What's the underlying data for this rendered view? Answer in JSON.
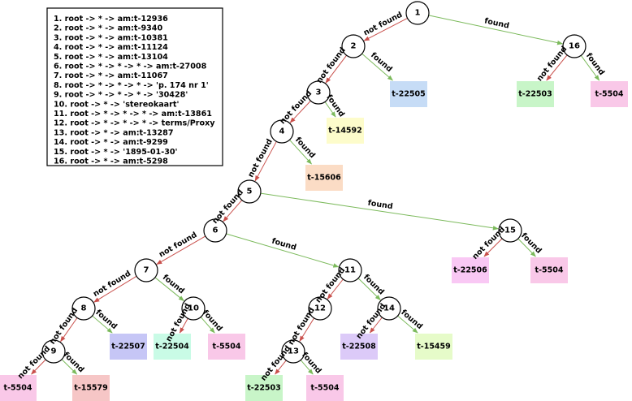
{
  "legend": [
    "1. root -> * -> am:t-12936",
    "2. root -> * -> am:t-9340",
    "3. root -> * -> am:t-10381",
    "4. root -> * -> am:t-11124",
    "5. root -> * -> am:t-13104",
    "6. root -> * -> * -> * -> am:t-27008",
    "7. root -> * -> am:t-11067",
    "8. root -> * -> * -> * -> 'p. 174 nr 1'",
    "9. root -> * -> * -> * -> '30428'",
    "10. root -> * -> 'stereokaart'",
    "11. root -> * -> * -> * -> am:t-13861",
    "12. root -> * -> * -> * -> terms/Proxy",
    "13. root -> * -> am:t-13287",
    "14. root -> * -> am:t-9299",
    "15. root -> * -> '1895-01-30'",
    "16. root -> * -> am:t-5298"
  ],
  "edge_labels": {
    "found": "found",
    "not_found": "not found"
  },
  "colors": {
    "found_edge": "#7cba5c",
    "not_found_edge": "#c9504c",
    "leaf_blue": "#c6dcf6",
    "leaf_green": "#c8f5c8",
    "leaf_pink": "#f9c8e8",
    "leaf_yellow": "#fdfccb",
    "leaf_orange": "#fbdcc5",
    "leaf_lavender": "#c6c6f6",
    "leaf_mint": "#c9fbe6",
    "leaf_salmon": "#f6c6c6",
    "leaf_violet": "#dccaf8",
    "leaf_lime": "#e6fbc9"
  },
  "nodes": [
    {
      "id": "1",
      "label": "1"
    },
    {
      "id": "2",
      "label": "2"
    },
    {
      "id": "3",
      "label": "3"
    },
    {
      "id": "4",
      "label": "4"
    },
    {
      "id": "5",
      "label": "5"
    },
    {
      "id": "6",
      "label": "6"
    },
    {
      "id": "7",
      "label": "7"
    },
    {
      "id": "8",
      "label": "8"
    },
    {
      "id": "9",
      "label": "9"
    },
    {
      "id": "10",
      "label": "10"
    },
    {
      "id": "11",
      "label": "11"
    },
    {
      "id": "12",
      "label": "12"
    },
    {
      "id": "13",
      "label": "13"
    },
    {
      "id": "14",
      "label": "14"
    },
    {
      "id": "15",
      "label": "15"
    },
    {
      "id": "16",
      "label": "16"
    }
  ],
  "leaves": [
    {
      "id": "L2f",
      "label": "t-22505",
      "color": "#c6dcf6"
    },
    {
      "id": "L16n",
      "label": "t-22503",
      "color": "#c8f5c8"
    },
    {
      "id": "L16f",
      "label": "t-5504",
      "color": "#f9c8e8"
    },
    {
      "id": "L3f",
      "label": "t-14592",
      "color": "#fdfccb"
    },
    {
      "id": "L4f",
      "label": "t-15606",
      "color": "#fbdcc5"
    },
    {
      "id": "L15n",
      "label": "t-22506",
      "color": "#f9c8f4"
    },
    {
      "id": "L15f",
      "label": "t-5504",
      "color": "#f9c8e8"
    },
    {
      "id": "L8f",
      "label": "t-22507",
      "color": "#c6c6f6"
    },
    {
      "id": "L10n",
      "label": "t-22504",
      "color": "#c9fbe6"
    },
    {
      "id": "L10f",
      "label": "t-5504",
      "color": "#f9c8e8"
    },
    {
      "id": "L9n",
      "label": "t-5504",
      "color": "#f9c8e8"
    },
    {
      "id": "L9f",
      "label": "t-15579",
      "color": "#f6c6c6"
    },
    {
      "id": "L14n",
      "label": "t-22508",
      "color": "#dccaf8"
    },
    {
      "id": "L14f",
      "label": "t-15459",
      "color": "#e6fbc9"
    },
    {
      "id": "L13n",
      "label": "t-22503",
      "color": "#c8f5c8"
    },
    {
      "id": "L13f",
      "label": "t-5504",
      "color": "#f9c8e8"
    }
  ],
  "edges": [
    {
      "from": "1",
      "to": "2",
      "kind": "not_found"
    },
    {
      "from": "1",
      "to": "16",
      "kind": "found"
    },
    {
      "from": "2",
      "to": "3",
      "kind": "not_found"
    },
    {
      "from": "2",
      "to": "L2f",
      "kind": "found"
    },
    {
      "from": "16",
      "to": "L16n",
      "kind": "not_found"
    },
    {
      "from": "16",
      "to": "L16f",
      "kind": "found"
    },
    {
      "from": "3",
      "to": "4",
      "kind": "not_found"
    },
    {
      "from": "3",
      "to": "L3f",
      "kind": "found"
    },
    {
      "from": "4",
      "to": "5",
      "kind": "not_found"
    },
    {
      "from": "4",
      "to": "L4f",
      "kind": "found"
    },
    {
      "from": "5",
      "to": "6",
      "kind": "not_found"
    },
    {
      "from": "5",
      "to": "15",
      "kind": "found"
    },
    {
      "from": "15",
      "to": "L15n",
      "kind": "not_found"
    },
    {
      "from": "15",
      "to": "L15f",
      "kind": "found"
    },
    {
      "from": "6",
      "to": "7",
      "kind": "not_found"
    },
    {
      "from": "6",
      "to": "11",
      "kind": "found"
    },
    {
      "from": "7",
      "to": "8",
      "kind": "not_found"
    },
    {
      "from": "7",
      "to": "10",
      "kind": "found"
    },
    {
      "from": "8",
      "to": "9",
      "kind": "not_found"
    },
    {
      "from": "8",
      "to": "L8f",
      "kind": "found"
    },
    {
      "from": "10",
      "to": "L10n",
      "kind": "not_found"
    },
    {
      "from": "10",
      "to": "L10f",
      "kind": "found"
    },
    {
      "from": "9",
      "to": "L9n",
      "kind": "not_found"
    },
    {
      "from": "9",
      "to": "L9f",
      "kind": "found"
    },
    {
      "from": "11",
      "to": "12",
      "kind": "not_found"
    },
    {
      "from": "11",
      "to": "14",
      "kind": "found"
    },
    {
      "from": "12",
      "to": "13",
      "kind": "not_found"
    },
    {
      "from": "14",
      "to": "L14n",
      "kind": "not_found"
    },
    {
      "from": "14",
      "to": "L14f",
      "kind": "found"
    },
    {
      "from": "13",
      "to": "L13n",
      "kind": "not_found"
    },
    {
      "from": "13",
      "to": "L13f",
      "kind": "found"
    }
  ]
}
